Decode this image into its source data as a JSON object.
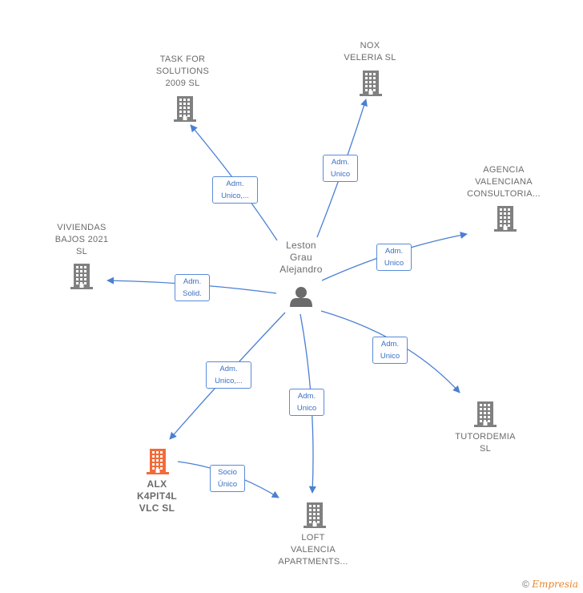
{
  "central": {
    "name": "Leston\nGrau\nAlejandro"
  },
  "companies": [
    {
      "id": "task",
      "name": "TASK FOR\nSOLUTIONS\n2009 SL",
      "color": "#808080"
    },
    {
      "id": "nox",
      "name": "NOX\nVELERIA SL",
      "color": "#808080"
    },
    {
      "id": "agencia",
      "name": "AGENCIA\nVALENCIANA\nCONSULTORIA...",
      "color": "#808080"
    },
    {
      "id": "viviendas",
      "name": "VIVIENDAS\nBAJOS 2021\nSL",
      "color": "#808080"
    },
    {
      "id": "tutordemia",
      "name": "TUTORDEMIA\nSL",
      "color": "#808080"
    },
    {
      "id": "alx",
      "name": "ALX\nK4PIT4L\nVLC  SL",
      "color": "#f26b3a"
    },
    {
      "id": "loft",
      "name": "LOFT\nVALENCIA\nAPARTMENTS...",
      "color": "#808080"
    }
  ],
  "relations": [
    {
      "from": "central",
      "to": "task",
      "label": "Adm.\nUnico,..."
    },
    {
      "from": "central",
      "to": "nox",
      "label": "Adm.\nUnico"
    },
    {
      "from": "central",
      "to": "agencia",
      "label": "Adm.\nUnico"
    },
    {
      "from": "central",
      "to": "viviendas",
      "label": "Adm.\nSolid."
    },
    {
      "from": "central",
      "to": "tutordemia",
      "label": "Adm.\nUnico"
    },
    {
      "from": "central",
      "to": "alx",
      "label": "Adm.\nUnico,..."
    },
    {
      "from": "central",
      "to": "loft",
      "label": "Adm.\nUnico"
    },
    {
      "from": "alx",
      "to": "loft",
      "label": "Socio\nÚnico"
    }
  ],
  "credit": {
    "symbol": "©",
    "brand": "Empresia"
  },
  "colors": {
    "edge": "#4a7fd4",
    "person": "#6b6b6b"
  }
}
